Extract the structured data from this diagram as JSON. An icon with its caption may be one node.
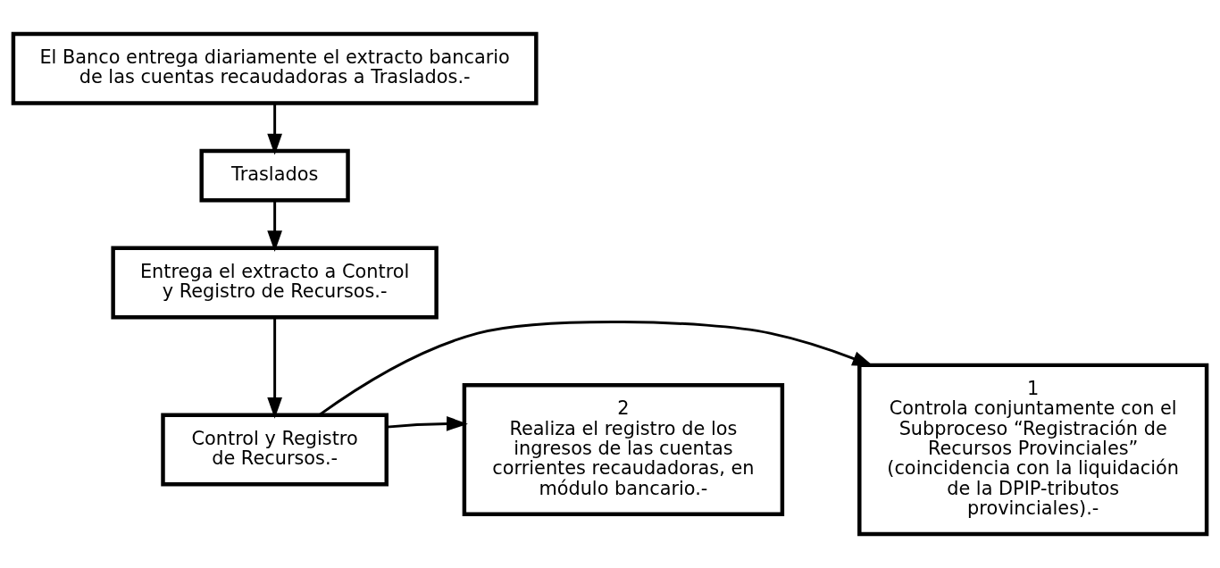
{
  "diagram": {
    "nodes": [
      {
        "text": [
          "El Banco entrega diariamente el extracto bancario de las cuentas recaudadoras a Traslados.-"
        ]
      },
      {
        "text": [
          "Traslados"
        ]
      },
      {
        "text": [
          "Entrega el extracto a Control y Registro de Recursos.-"
        ]
      },
      {
        "text": [
          "Control y Registro de Recursos.-"
        ]
      },
      {
        "text": [
          "1",
          "Controla conjuntamente con el Subproceso “Registración de Recursos Provinciales” (coincidencia con la liquidación de la DPIP-tributos provinciales).-"
        ]
      },
      {
        "text": [
          "2",
          "Realiza el registro de los ingresos de las cuentas corrientes recaudadoras, en módulo bancario.-"
        ]
      }
    ],
    "edges": [
      {
        "from": 0,
        "to": 1,
        "arrow": "to"
      },
      {
        "from": 1,
        "to": 2,
        "arrow": "to"
      },
      {
        "from": 2,
        "to": 3,
        "arrow": "to"
      },
      {
        "from": 3,
        "to": 4,
        "arrow": "to"
      },
      {
        "from": 3,
        "to": 5,
        "arrow": "to"
      }
    ]
  }
}
